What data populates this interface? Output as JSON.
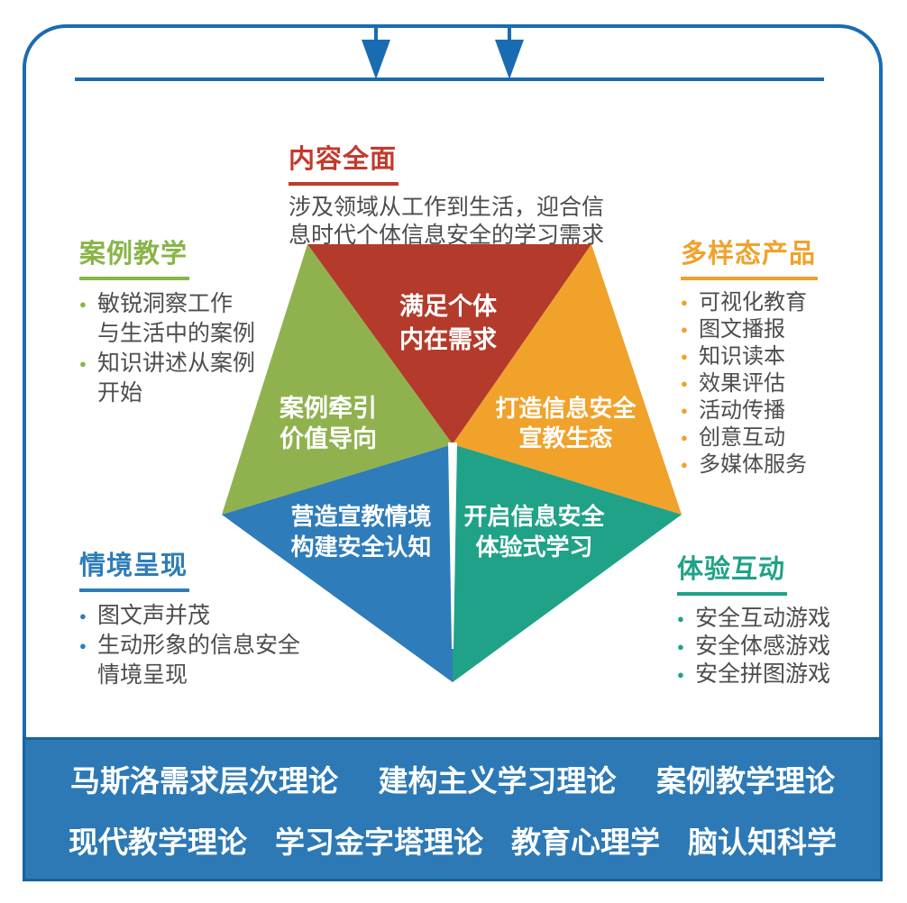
{
  "colors": {
    "frame_blue": "#1a6cb2",
    "banner_blue": "#2c79b6",
    "red": "#b43a2c",
    "green": "#90b24e",
    "orange": "#f0a22b",
    "blue": "#2e7cb9",
    "teal": "#1fa287",
    "body_text": "#4d4d4d"
  },
  "sections": {
    "top": {
      "title": "内容全面",
      "color": "#c23a2c",
      "description": [
        "涉及领域从工作到生活，迎合信",
        "息时代个体信息安全的学习需求"
      ]
    },
    "left": {
      "title": "案例教学",
      "color": "#89b548",
      "items": [
        [
          "敏锐洞察工作",
          "与生活中的案例"
        ],
        [
          "知识讲述从案例",
          "开始"
        ]
      ]
    },
    "right": {
      "title": "多样态产品",
      "color": "#f0a22b",
      "items": [
        "可视化教育",
        "图文播报",
        "知识读本",
        "效果评估",
        "活动传播",
        "创意互动",
        "多媒体服务"
      ]
    },
    "bottom_left": {
      "title": "情境呈现",
      "color": "#2e7cb9",
      "items": [
        "图文声并茂",
        [
          "生动形象的信息安全",
          "情境呈现"
        ]
      ]
    },
    "bottom_right": {
      "title": "体验互动",
      "color": "#1fa287",
      "items": [
        "安全互动游戏",
        "安全体感游戏",
        "安全拼图游戏"
      ]
    }
  },
  "pentagon": {
    "segments": [
      {
        "id": "top",
        "color": "#b43a2c",
        "label": [
          "满足个体",
          "内在需求"
        ]
      },
      {
        "id": "left",
        "color": "#90b24e",
        "label": [
          "案例牵引",
          "价值导向"
        ]
      },
      {
        "id": "right",
        "color": "#f0a22b",
        "label": [
          "打造信息安全",
          "宣教生态"
        ]
      },
      {
        "id": "bottom-left",
        "color": "#2e7cb9",
        "label": [
          "营造宣教情境",
          "构建安全认知"
        ]
      },
      {
        "id": "bottom-right",
        "color": "#1fa287",
        "label": [
          "开启信息安全",
          "体验式学习"
        ]
      }
    ]
  },
  "banner": {
    "background": "#2c79b6",
    "rows": [
      [
        "马斯洛需求层次理论",
        "建构主义学习理论",
        "案例教学理论"
      ],
      [
        "现代教学理论",
        "学习金字塔理论",
        "教育心理学",
        "脑认知科学"
      ]
    ]
  }
}
